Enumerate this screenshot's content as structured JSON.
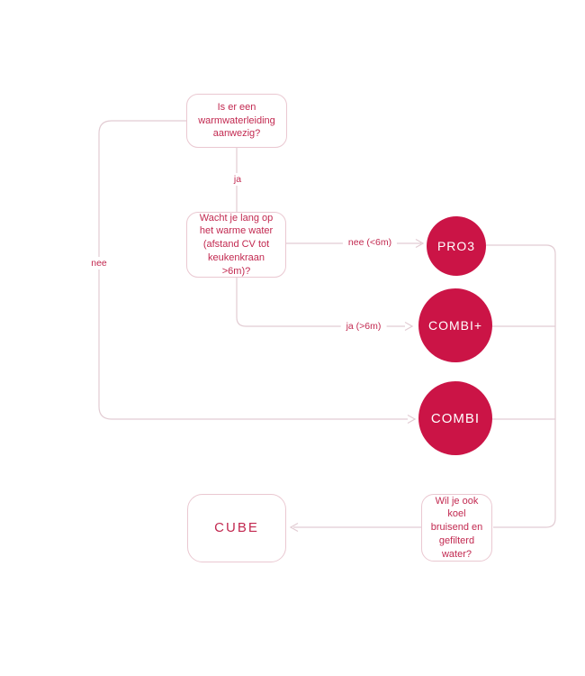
{
  "colors": {
    "brand_red": "#cb1446",
    "text_red": "#c22950",
    "line_pink": "#e2ccd3",
    "border_pink": "#eac8d1",
    "background": "#ffffff"
  },
  "flowchart": {
    "questions": {
      "q1": "Is er een warmwaterleiding aanwezig?",
      "q2": "Wacht je lang op het warme water (afstand CV tot keukenkraan >6m)?",
      "q3": "Wil je ook koel bruisend en gefilterd water?"
    },
    "products": {
      "pro3": "PRO3",
      "combi_plus": "COMBI+",
      "combi": "COMBI",
      "cube": "CUBE"
    },
    "edge_labels": {
      "ja": "ja",
      "nee": "nee",
      "nee_lt6m": "nee (<6m)",
      "ja_gt6m": "ja (>6m)"
    }
  }
}
